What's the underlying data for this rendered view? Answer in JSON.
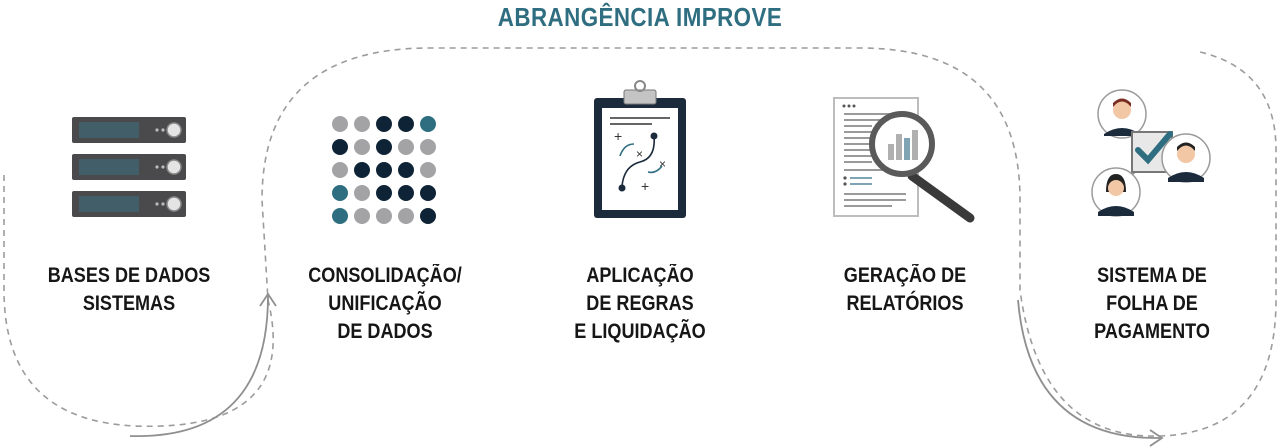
{
  "title": "ABRANGÊNCIA IMPROVE",
  "colors": {
    "title": "#2f6e80",
    "dark_navy": "#0f2336",
    "teal": "#2f6e80",
    "gray": "#a3a3a6",
    "flow_line": "#9a9a9a"
  },
  "stages": [
    {
      "icon": "server-rack-icon",
      "lines": [
        "BASES DE DADOS",
        "SISTEMAS"
      ]
    },
    {
      "icon": "dot-matrix-icon",
      "lines": [
        "CONSOLIDAÇÃO/",
        "UNIFICAÇÃO",
        "DE DADOS"
      ]
    },
    {
      "icon": "clipboard-strategy-icon",
      "lines": [
        "APLICAÇÃO",
        "DE REGRAS",
        "E LIQUIDAÇÃO"
      ]
    },
    {
      "icon": "report-magnifier-icon",
      "lines": [
        "GERAÇÃO DE",
        "RELATÓRIOS"
      ]
    },
    {
      "icon": "people-checklist-icon",
      "lines": [
        "SISTEMA DE",
        "FOLHA DE",
        "PAGAMENTO"
      ]
    }
  ]
}
